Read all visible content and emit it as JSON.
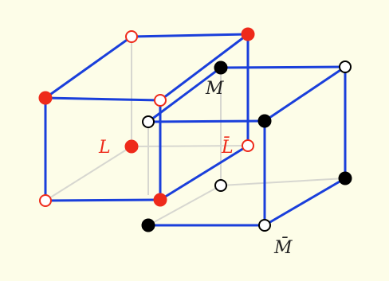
{
  "colors": {
    "background": "#fdfde8",
    "blue_edge": "#1a3fdb",
    "gray_edge": "#d7d7d0",
    "red": "#ee2a1a",
    "black": "#000000",
    "white": "#ffffff"
  },
  "labels": {
    "L": "L",
    "L_bar": "L̄",
    "M": "M",
    "M_bar": "M̄"
  },
  "cube_red": {
    "vertex_styles": [
      "open",
      "filled",
      "filled",
      "open",
      "open",
      "filled",
      "filled",
      "open"
    ]
  },
  "cube_black": {
    "vertex_styles": [
      "open",
      "filled",
      "filled",
      "open",
      "open",
      "filled",
      "filled",
      "open"
    ]
  }
}
